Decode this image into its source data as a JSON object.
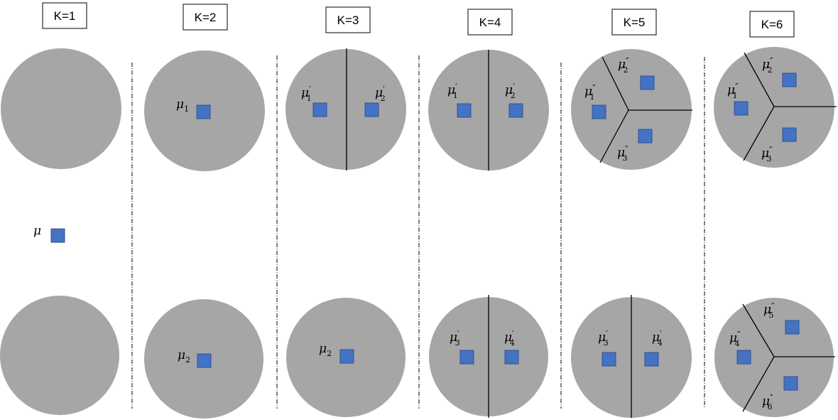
{
  "columns": [
    {
      "k_label": "K=1"
    },
    {
      "k_label": "K=2"
    },
    {
      "k_label": "K=3"
    },
    {
      "k_label": "K=4"
    },
    {
      "k_label": "K=5"
    },
    {
      "k_label": "K=6"
    }
  ],
  "labels": {
    "mu": "μ",
    "sub_1": "1",
    "sub_2": "2",
    "sub_3": "3",
    "sub_4": "4",
    "sub_5": "5",
    "sub_6": "6",
    "prime": "′",
    "dprime": "″"
  },
  "colors": {
    "circle_fill": "#a6a6a6",
    "centroid_fill": "#4472c4",
    "centroid_stroke": "#2f528f",
    "line": "#000000"
  }
}
